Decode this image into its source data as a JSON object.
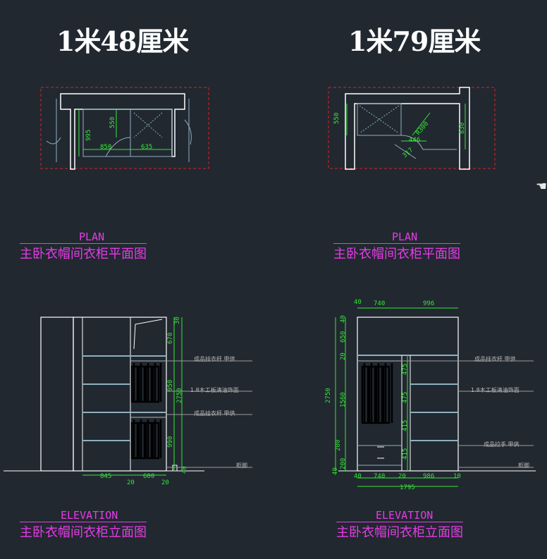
{
  "titles": {
    "left": "1米48厘米",
    "right": "1米79厘米"
  },
  "plan_left": {
    "tag": "PLAN",
    "title": "主卧衣帽间衣柜平面图",
    "dims": {
      "d995": "995",
      "d550": "550",
      "d850": "850",
      "d635": "635"
    }
  },
  "plan_right": {
    "tag": "PLAN",
    "title": "主卧衣帽间衣柜平面图",
    "dims": {
      "d550": "550",
      "d830": "830",
      "d446": "446",
      "r300": "R300",
      "d317": "317"
    }
  },
  "elev_left": {
    "tag": "ELEVATION",
    "title": "主卧衣帽间衣柜立面图",
    "dims": {
      "t30": "30",
      "t670": "670",
      "t950": "950",
      "t2750": "2750",
      "t990": "990",
      "t40": "40",
      "b845": "845",
      "b600": "600",
      "b20a": "20",
      "b20b": "20"
    },
    "notes": {
      "rod1": "成品挂衣杆  甲供",
      "board": "1.8木工板清油饰面",
      "rod2": "成品挂衣杆  甲供",
      "foot": "柜脚"
    }
  },
  "elev_right": {
    "tag": "ELEVATION",
    "title": "主卧衣帽间衣柜立面图",
    "dims": {
      "top40": "40",
      "top740": "740",
      "top996": "996",
      "l40": "40",
      "l650": "650",
      "l20": "20",
      "l2750": "2750",
      "l1560": "1560",
      "l200": "200",
      "l40b": "40",
      "l200b": "200",
      "r475a": "475",
      "r475b": "475",
      "r415a": "415",
      "r415b": "415",
      "b40": "40",
      "b740": "740",
      "b20": "20",
      "b986": "986",
      "b10": "10",
      "b1795": "1795"
    },
    "notes": {
      "rod": "成品挂衣杆  甲供",
      "board": "1.8木工板清油饰面",
      "handle": "成品拉手  甲供",
      "foot": "柜脚"
    }
  },
  "colors": {
    "background": "#212830",
    "dimension": "#37e637",
    "annotation": "#e63ce6",
    "wall": "#ffffff",
    "hidden": "#e02020"
  },
  "cursor_icon": "hand-icon"
}
